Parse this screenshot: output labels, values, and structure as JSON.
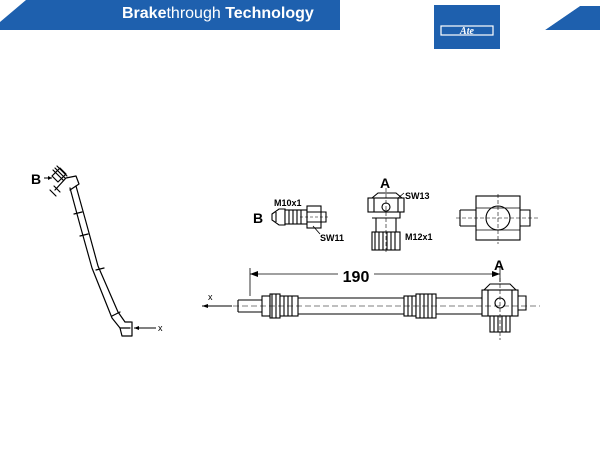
{
  "header": {
    "brand_bold_1": "Brake",
    "brand_light": "through",
    "brand_bold_2": " Technology",
    "logo_text": "Ate",
    "colors": {
      "brand_blue": "#1e60ae",
      "line": "#000000",
      "background": "#ffffff"
    }
  },
  "diagram": {
    "left_sketch": {
      "label_b": "B",
      "label_x": "x"
    },
    "fitting_b": {
      "label": "B",
      "thread": "M10x1",
      "wrench": "SW11"
    },
    "fitting_a": {
      "label": "A",
      "wrench": "SW13",
      "thread": "M12x1"
    },
    "main_hose": {
      "dimension": "190",
      "label_x": "x",
      "label_a": "A"
    }
  }
}
